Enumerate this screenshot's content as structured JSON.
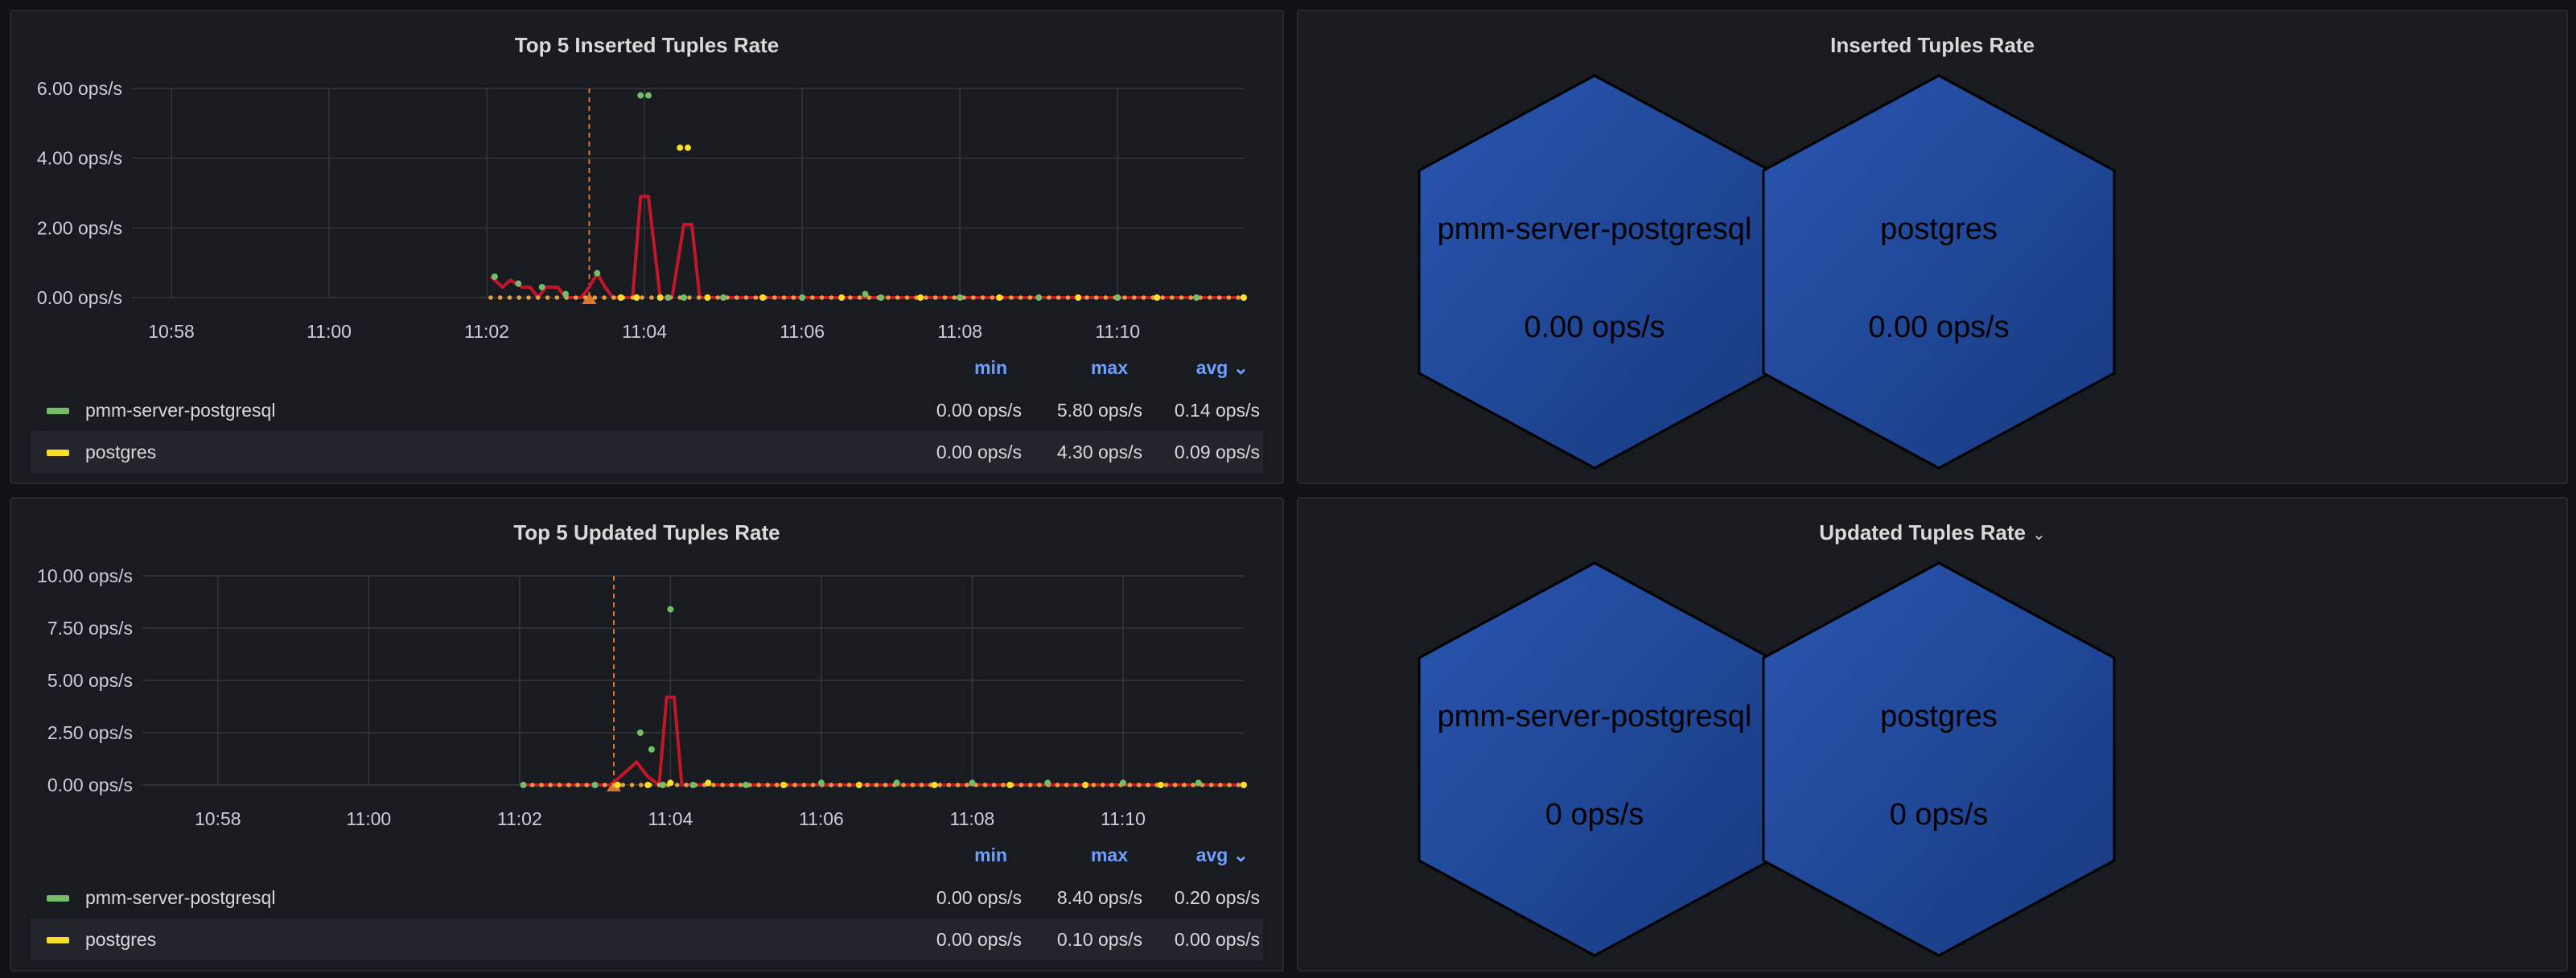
{
  "colors": {
    "series_green": "#73bf69",
    "series_yellow": "#fade2a",
    "annotation": "#e0752d",
    "line_red": "#c4162a",
    "hex_fill_top": "#2a56b0",
    "hex_fill_bottom": "#173a80",
    "legend_header": "#6e9fff"
  },
  "panels": {
    "inserted_chart": {
      "title": "Top 5 Inserted Tuples Rate",
      "legend": {
        "headers": {
          "min": "min",
          "max": "max",
          "avg": "avg ⌄"
        },
        "rows": [
          {
            "name": "pmm-server-postgresql",
            "min": "0.00 ops/s",
            "max": "5.80 ops/s",
            "avg": "0.14 ops/s"
          },
          {
            "name": "postgres",
            "min": "0.00 ops/s",
            "max": "4.30 ops/s",
            "avg": "0.09 ops/s"
          }
        ]
      }
    },
    "updated_chart": {
      "title": "Top 5 Updated Tuples Rate",
      "legend": {
        "headers": {
          "min": "min",
          "max": "max",
          "avg": "avg ⌄"
        },
        "rows": [
          {
            "name": "pmm-server-postgresql",
            "min": "0.00 ops/s",
            "max": "8.40 ops/s",
            "avg": "0.20 ops/s"
          },
          {
            "name": "postgres",
            "min": "0.00 ops/s",
            "max": "0.10 ops/s",
            "avg": "0.00 ops/s"
          }
        ]
      }
    },
    "inserted_hex": {
      "title": "Inserted Tuples Rate",
      "cells": [
        {
          "name": "pmm-server-postgresql",
          "value": "0.00 ops/s"
        },
        {
          "name": "postgres",
          "value": "0.00 ops/s"
        }
      ]
    },
    "updated_hex": {
      "title": "Updated Tuples Rate",
      "title_chevron": "⌄",
      "cells": [
        {
          "name": "pmm-server-postgresql",
          "value": "0 ops/s"
        },
        {
          "name": "postgres",
          "value": "0 ops/s"
        }
      ]
    }
  },
  "chart_data": [
    {
      "type": "line",
      "title": "Top 5 Inserted Tuples Rate",
      "x_ticks": [
        "10:58",
        "11:00",
        "11:02",
        "11:04",
        "11:06",
        "11:08",
        "11:10"
      ],
      "y_ticks": [
        "0.00 ops/s",
        "2.00 ops/s",
        "4.00 ops/s",
        "6.00 ops/s"
      ],
      "ylim": [
        0,
        6
      ],
      "xlim_minutes": [
        57.5,
        71.6
      ],
      "annotation_minute": 63.3,
      "series": [
        {
          "name": "pmm-server-postgresql",
          "color": "#73bf69",
          "x": [
            62.1,
            62.4,
            62.7,
            63.0,
            63.4,
            63.7,
            63.95,
            64.05,
            64.3,
            64.5,
            65.0,
            66.0,
            66.8,
            67.0,
            68.0,
            69.0,
            70.0,
            71.0,
            71.6
          ],
          "y": [
            0.6,
            0.4,
            0.3,
            0.1,
            0.7,
            0.0,
            5.8,
            5.8,
            0.0,
            0.0,
            0.0,
            0.0,
            0.1,
            0.0,
            0.0,
            0.0,
            0.0,
            0.0,
            0.0
          ]
        },
        {
          "name": "postgres",
          "color": "#fade2a",
          "x": [
            63.7,
            63.9,
            64.2,
            64.45,
            64.55,
            64.8,
            65.5,
            66.5,
            67.5,
            68.5,
            69.5,
            70.5,
            71.6
          ],
          "y": [
            0.0,
            0.0,
            0.0,
            4.3,
            4.3,
            0.0,
            0.0,
            0.0,
            0.0,
            0.0,
            0.0,
            0.0,
            0.0
          ]
        }
      ],
      "red_line": {
        "x": [
          62.05,
          62.2,
          62.3,
          62.45,
          62.55,
          62.65,
          62.75,
          62.9,
          63.0,
          63.1,
          63.2,
          63.3,
          63.4,
          63.5,
          63.6,
          63.85,
          63.95,
          64.05,
          64.2,
          64.35,
          64.5,
          64.6,
          64.7,
          65.5,
          66.5,
          67.5,
          68.5,
          69.5,
          70.5,
          71.6
        ],
        "y": [
          0.6,
          0.3,
          0.5,
          0.3,
          0.3,
          0.0,
          0.3,
          0.3,
          0.0,
          0.0,
          0.0,
          0.3,
          0.7,
          0.3,
          0.0,
          0.0,
          2.9,
          2.9,
          0.0,
          0.0,
          2.1,
          2.1,
          0.0,
          0.0,
          0.0,
          0.0,
          0.0,
          0.0,
          0.0,
          0.0
        ]
      }
    },
    {
      "type": "line",
      "title": "Top 5 Updated Tuples Rate",
      "x_ticks": [
        "10:58",
        "11:00",
        "11:02",
        "11:04",
        "11:06",
        "11:08",
        "11:10"
      ],
      "y_ticks": [
        "0.00 ops/s",
        "2.50 ops/s",
        "5.00 ops/s",
        "7.50 ops/s",
        "10.00 ops/s"
      ],
      "ylim": [
        0,
        10
      ],
      "xlim_minutes": [
        57.0,
        71.6
      ],
      "annotation_minute": 63.25,
      "series": [
        {
          "name": "pmm-server-postgresql",
          "color": "#73bf69",
          "x": [
            62.05,
            63.0,
            63.3,
            63.6,
            63.75,
            63.9,
            64.0,
            64.3,
            65.0,
            66.0,
            67.0,
            68.0,
            69.0,
            70.0,
            71.0,
            71.6
          ],
          "y": [
            0.0,
            0.0,
            0.0,
            2.5,
            1.7,
            0.0,
            8.4,
            0.0,
            0.0,
            0.1,
            0.1,
            0.1,
            0.1,
            0.1,
            0.1,
            0.0
          ]
        },
        {
          "name": "postgres",
          "color": "#fade2a",
          "x": [
            63.3,
            63.7,
            64.0,
            64.5,
            65.5,
            66.5,
            67.5,
            68.5,
            69.5,
            70.5,
            71.6
          ],
          "y": [
            0.0,
            0.0,
            0.1,
            0.1,
            0.0,
            0.0,
            0.0,
            0.0,
            0.0,
            0.0,
            0.0
          ]
        }
      ],
      "red_line": {
        "x": [
          62.05,
          63.0,
          63.2,
          63.4,
          63.55,
          63.7,
          63.85,
          63.95,
          64.05,
          64.15,
          64.3,
          65.0,
          66.0,
          67.0,
          68.0,
          69.0,
          70.0,
          71.0,
          71.6
        ],
        "y": [
          0.0,
          0.0,
          0.0,
          0.6,
          1.1,
          0.4,
          0.0,
          4.2,
          4.2,
          0.0,
          0.0,
          0.0,
          0.0,
          0.0,
          0.0,
          0.0,
          0.0,
          0.0,
          0.0
        ]
      }
    }
  ]
}
